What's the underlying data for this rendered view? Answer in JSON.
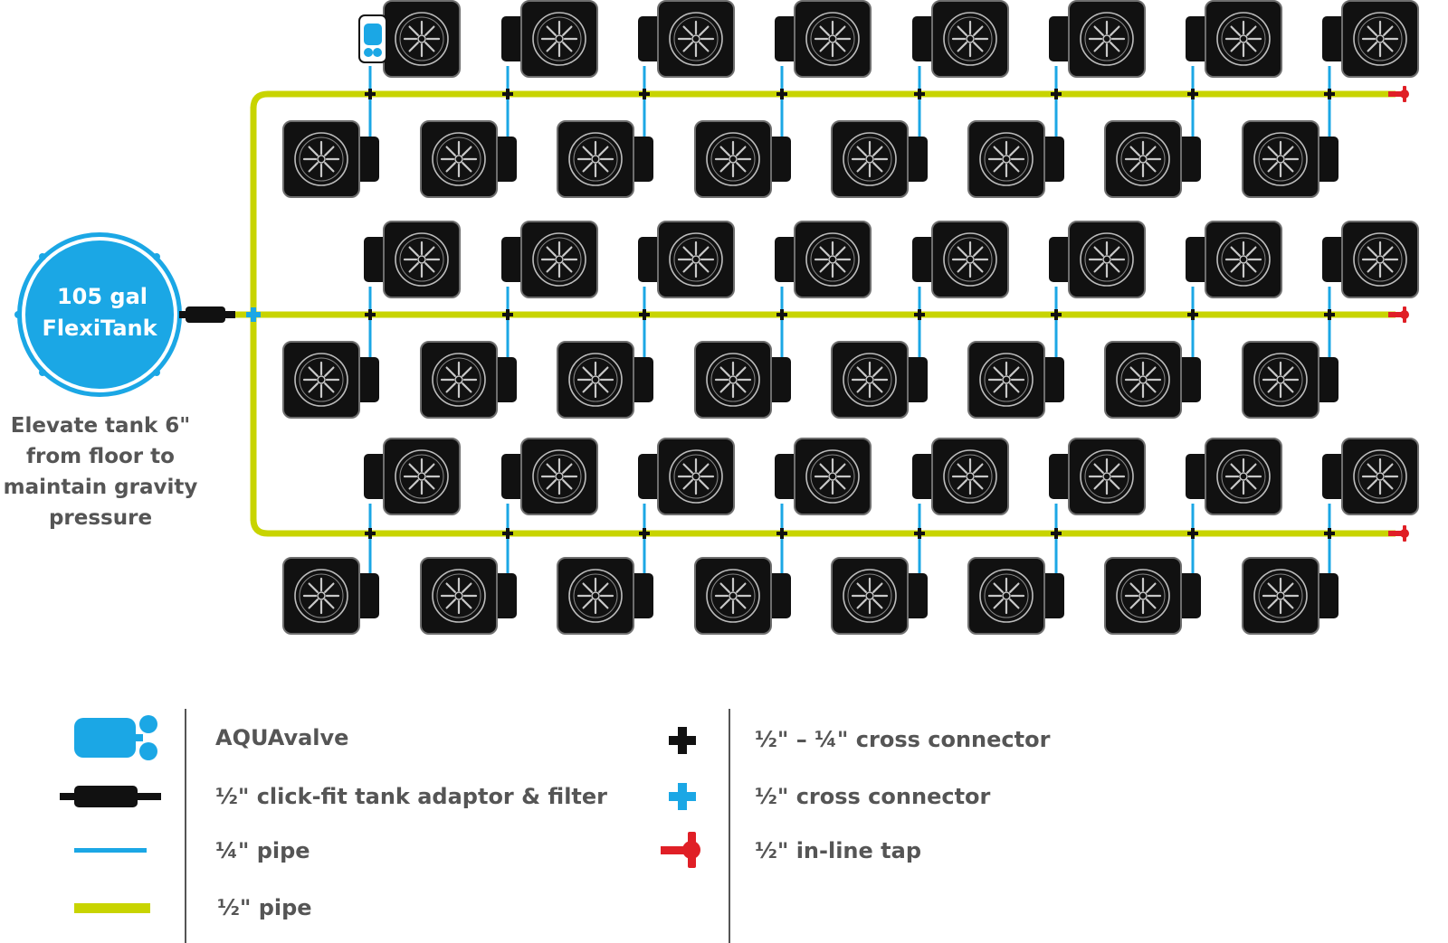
{
  "tank": {
    "line1": "105 gal",
    "line2": "FlexiTank"
  },
  "note": {
    "lines": [
      "Elevate tank 6\"",
      "from floor to",
      "maintain gravity",
      "pressure"
    ]
  },
  "legend": {
    "left": [
      {
        "icon": "aquavalve-icon",
        "label": "AQUAvalve"
      },
      {
        "icon": "tank-adaptor-filter-icon",
        "label": "½\" click-fit tank adaptor & filter"
      },
      {
        "icon": "quarter-inch-pipe-icon",
        "label": "¼\" pipe"
      },
      {
        "icon": "half-inch-pipe-icon",
        "label": "½\" pipe"
      }
    ],
    "right": [
      {
        "icon": "black-cross-connector-icon",
        "label": "½\" – ¼\" cross connector"
      },
      {
        "icon": "blue-cross-connector-icon",
        "label": "½\" cross connector"
      },
      {
        "icon": "red-inline-tap-icon",
        "label": "½\" in-line tap"
      }
    ]
  },
  "colors": {
    "half_pipe": "#c8d400",
    "quarter_pipe": "#1ba7e5",
    "tank": "#1ba7e5",
    "pot": "#111111",
    "tap": "#e01f26",
    "text": "#555555"
  },
  "layout_counts": {
    "lines": 3,
    "pots_per_row": 8,
    "pots_total": 48
  }
}
